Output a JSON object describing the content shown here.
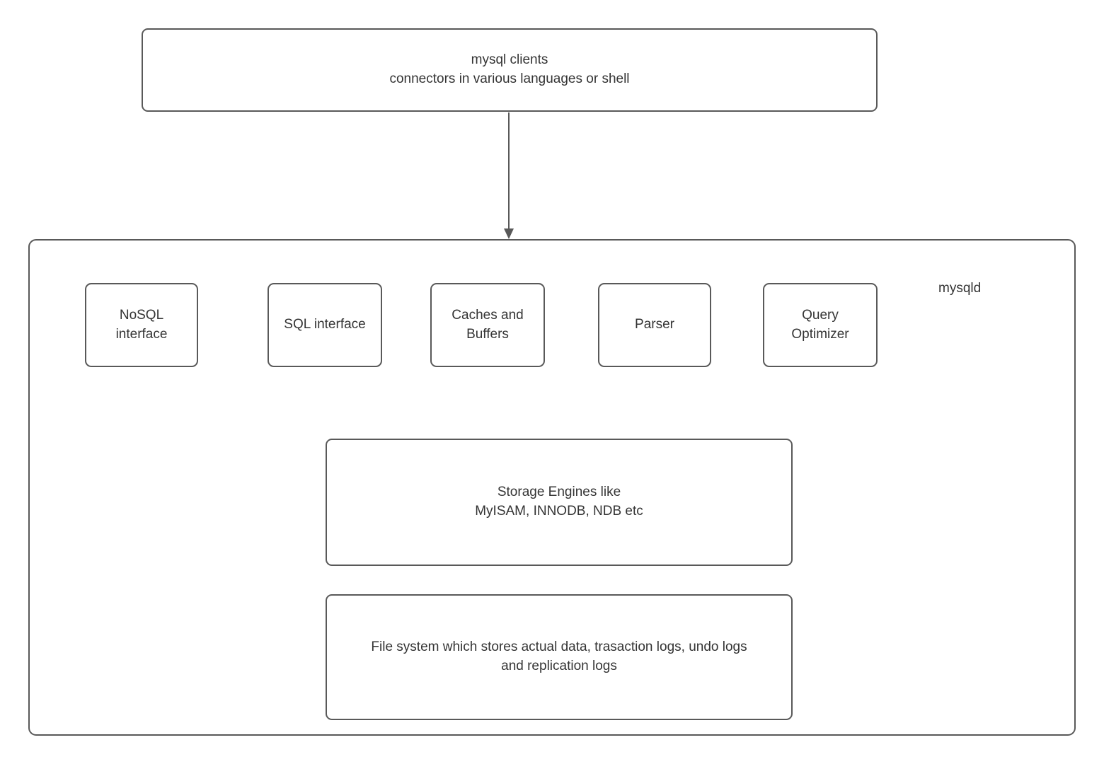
{
  "diagram": {
    "title_hint": "MySQL architecture diagram",
    "clients_box": {
      "label": "mysql clients\nconnectors in various languages or shell"
    },
    "mysqld_label": "mysqld",
    "components": [
      {
        "id": "nosql-interface",
        "label": "NoSQL\ninterface"
      },
      {
        "id": "sql-interface",
        "label": "SQL interface"
      },
      {
        "id": "caches-buffers",
        "label": "Caches and\nBuffers"
      },
      {
        "id": "parser",
        "label": "Parser"
      },
      {
        "id": "query-optimizer",
        "label": "Query\nOptimizer"
      }
    ],
    "storage_box": {
      "label": "Storage Engines like\nMyISAM, INNODB, NDB etc"
    },
    "filesystem_box": {
      "label": "File system which stores actual data, trasaction logs, undo logs\nand replication logs"
    },
    "connector": {
      "from": "clients-box",
      "to": "mysqld-box",
      "direction": "down"
    },
    "colors": {
      "border": "#595959",
      "text": "#343434",
      "background": "#ffffff"
    }
  }
}
